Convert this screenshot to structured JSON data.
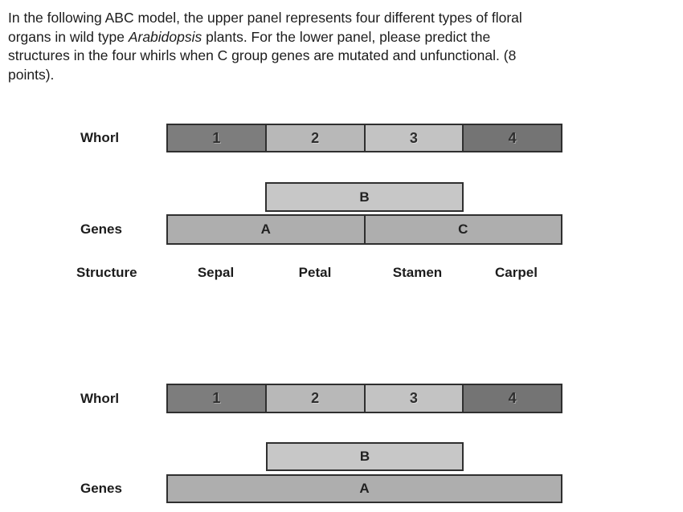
{
  "question": {
    "line1": "In the following ABC model, the upper panel represents four different types of floral",
    "line2_pre": "organs in wild type ",
    "line2_italic": "Arabidopsis",
    "line2_post": " plants. For the lower panel, please predict the",
    "line3": "structures in the four whirls when C group genes are mutated and unfunctional. (8",
    "line4": "points)."
  },
  "upper_panel": {
    "whorl_label": "Whorl",
    "genes_label": "Genes",
    "structure_label": "Structure",
    "whorls": [
      "1",
      "2",
      "3",
      "4"
    ],
    "gene_b": "B",
    "gene_a": "A",
    "gene_c": "C",
    "structures": [
      "Sepal",
      "Petal",
      "Stamen",
      "Carpel"
    ]
  },
  "lower_panel": {
    "whorl_label": "Whorl",
    "genes_label": "Genes",
    "whorls": [
      "1",
      "2",
      "3",
      "4"
    ],
    "gene_b": "B",
    "gene_a": "A"
  },
  "colors": {
    "whorl-dark-1": "#7d7d7d",
    "whorl-light-2": "#b8b8b8",
    "whorl-light-3": "#c3c3c3",
    "whorl-dark-4": "#747474",
    "gene-b-fill": "#c7c7c7",
    "gene-ac-fill": "#aeaeae",
    "bar-border": "#2f2f2f",
    "text": "#1c1c1c"
  }
}
